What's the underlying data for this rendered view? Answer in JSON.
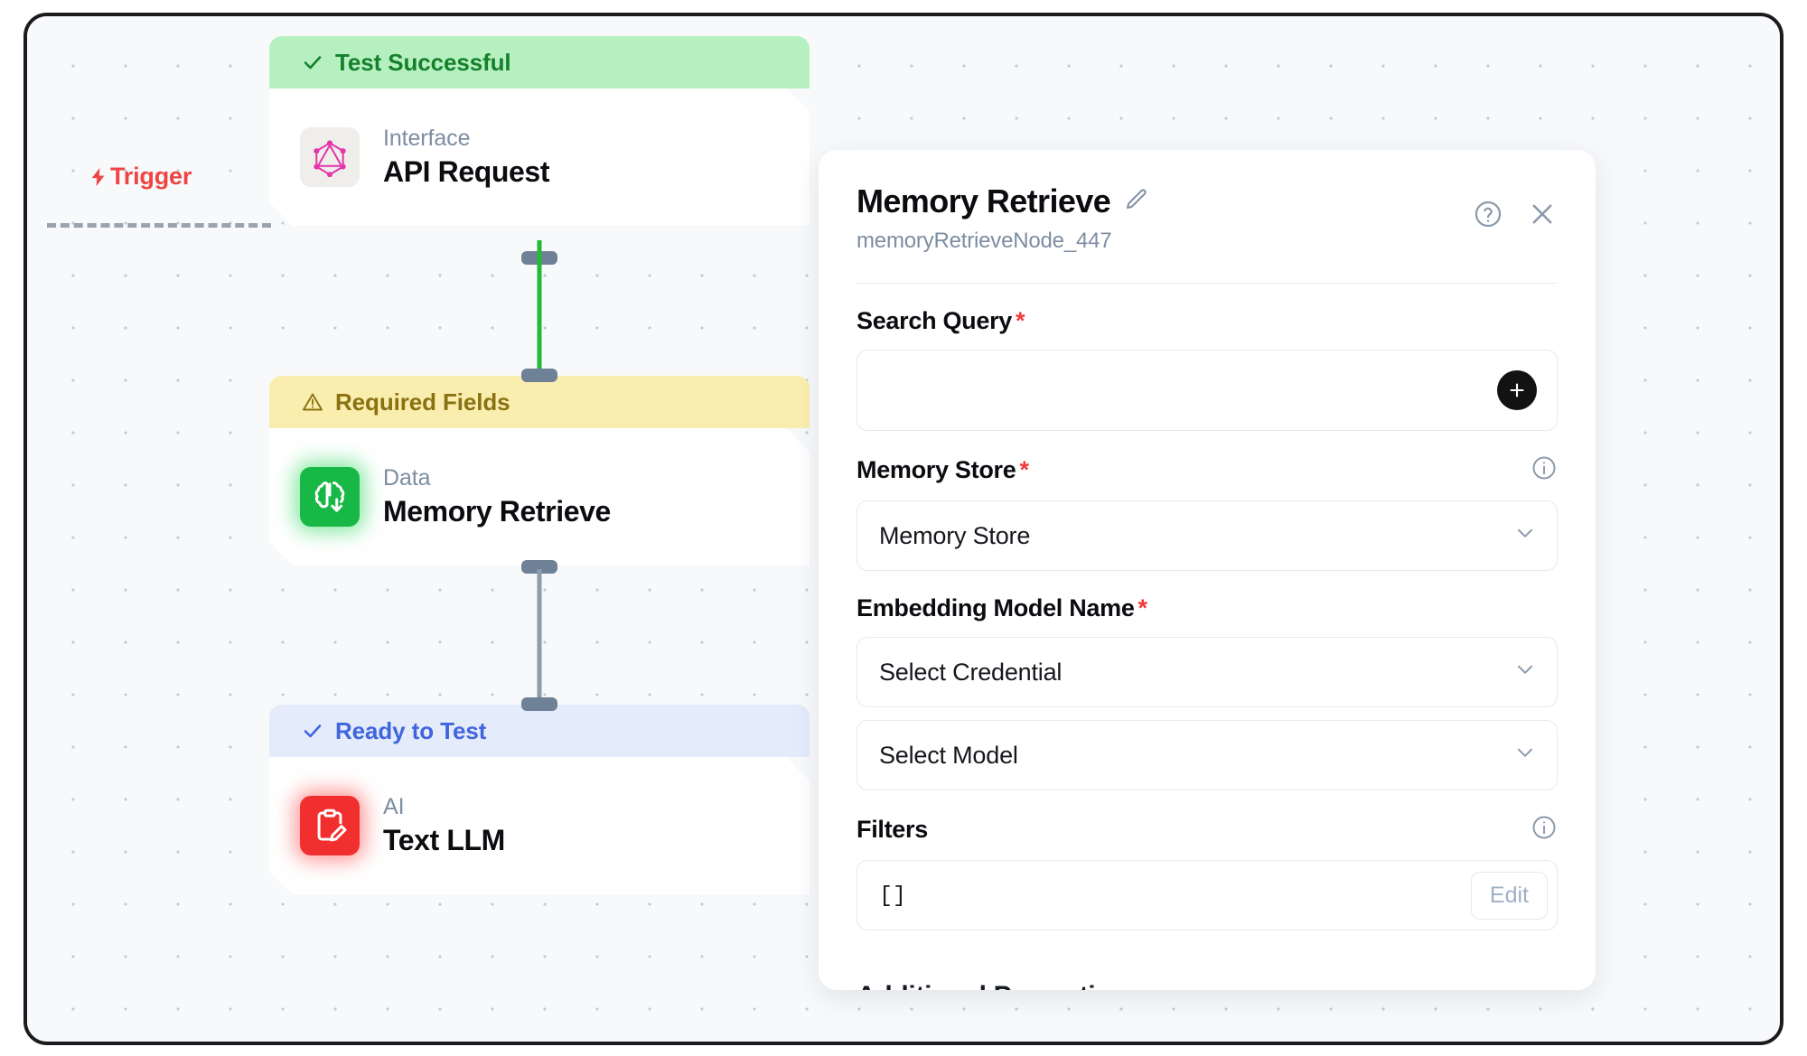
{
  "canvas": {
    "trigger_label": "Trigger",
    "trigger_icon": "lightning-bolt-icon"
  },
  "nodes": [
    {
      "status_label": "Test Successful",
      "status_icon": "check-icon",
      "status_type": "success",
      "kind": "Interface",
      "title": "API Request",
      "icon": "graphql-icon",
      "selected": false
    },
    {
      "status_label": "Required Fields",
      "status_icon": "warning-triangle-icon",
      "status_type": "warning",
      "kind": "Data",
      "title": "Memory Retrieve",
      "icon": "brain-download-icon",
      "selected": true
    },
    {
      "status_label": "Ready to Test",
      "status_icon": "check-icon",
      "status_type": "ready",
      "kind": "AI",
      "title": "Text LLM",
      "icon": "clipboard-pencil-icon",
      "selected": false
    }
  ],
  "edges": [
    {
      "from": "API Request",
      "to": "Memory Retrieve",
      "color": "#22bb33"
    },
    {
      "from": "Memory Retrieve",
      "to": "Text LLM",
      "color": "#8d9bac"
    }
  ],
  "panel": {
    "title": "Memory Retrieve",
    "edit_icon": "pencil-icon",
    "node_id": "memoryRetrieveNode_447",
    "help_icon": "question-circle-icon",
    "close_icon": "close-icon",
    "fields": {
      "search_query": {
        "label": "Search Query",
        "required": true,
        "value": "",
        "placeholder": "",
        "add_icon": "plus-icon"
      },
      "memory_store": {
        "label": "Memory Store",
        "required": true,
        "info_icon": "info-icon",
        "value": "Memory Store",
        "chevron_icon": "chevron-down-icon"
      },
      "embedding_model_name": {
        "label": "Embedding Model Name",
        "required": true,
        "credential_value": "Select Credential",
        "model_value": "Select Model",
        "chevron_icon": "chevron-down-icon"
      },
      "filters": {
        "label": "Filters",
        "required": false,
        "info_icon": "info-icon",
        "value": "[]",
        "edit_label": "Edit"
      },
      "additional_properties": {
        "label": "Additional Properties",
        "chevron_icon": "chevron-down-icon"
      }
    }
  },
  "colors": {
    "success_bg": "#b7f0c0",
    "success_fg": "#14802c",
    "warning_bg": "#faeeae",
    "warning_fg": "#8a7112",
    "ready_bg": "#e4ebfb",
    "ready_fg": "#4065df",
    "trigger": "#ef4444",
    "required_star": "#f1383a",
    "edge_active": "#22bb33",
    "edge_idle": "#8d9bac"
  }
}
